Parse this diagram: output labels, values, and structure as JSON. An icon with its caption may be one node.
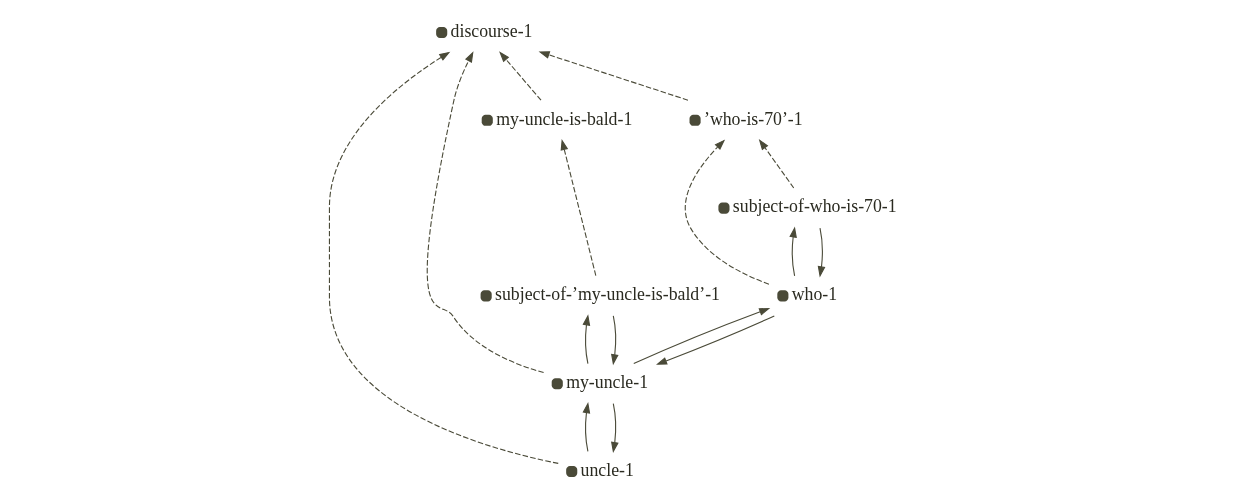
{
  "diagram": {
    "nodes": [
      {
        "text": [
          "discourse-1"
        ]
      },
      {
        "text": [
          "uncle-1"
        ]
      },
      {
        "text": [
          "my-uncle-is-bald-1"
        ]
      },
      {
        "text": [
          "’who-is-70’-1"
        ]
      },
      {
        "text": [
          "my-uncle-1"
        ]
      },
      {
        "text": [
          "subject-of-’my-uncle-is-bald’-1"
        ]
      },
      {
        "text": [
          "who-1"
        ]
      },
      {
        "text": [
          "subject-of-who-is-70-1"
        ]
      }
    ],
    "edges": [
      {
        "from": 1,
        "to": 0,
        "arrow": "to",
        "style": "dashed"
      },
      {
        "from": 4,
        "to": 0,
        "arrow": "to",
        "style": "dashed"
      },
      {
        "from": 2,
        "to": 0,
        "arrow": "to",
        "style": "dashed"
      },
      {
        "from": 3,
        "to": 0,
        "arrow": "to",
        "style": "dashed"
      },
      {
        "from": 1,
        "to": 4,
        "arrow": "to"
      },
      {
        "from": 4,
        "to": 1,
        "arrow": "to"
      },
      {
        "from": 5,
        "to": 2,
        "arrow": "to",
        "style": "dashed"
      },
      {
        "from": 5,
        "to": 4,
        "arrow": "to"
      },
      {
        "from": 4,
        "to": 5,
        "arrow": "to"
      },
      {
        "from": 4,
        "to": 6,
        "arrow": "to"
      },
      {
        "from": 6,
        "to": 4,
        "arrow": "to"
      },
      {
        "from": 6,
        "to": 3,
        "arrow": "to",
        "style": "dashed"
      },
      {
        "from": 7,
        "to": 3,
        "arrow": "to",
        "style": "dashed"
      },
      {
        "from": 6,
        "to": 7,
        "arrow": "to"
      },
      {
        "from": 7,
        "to": 6,
        "arrow": "to"
      }
    ]
  }
}
